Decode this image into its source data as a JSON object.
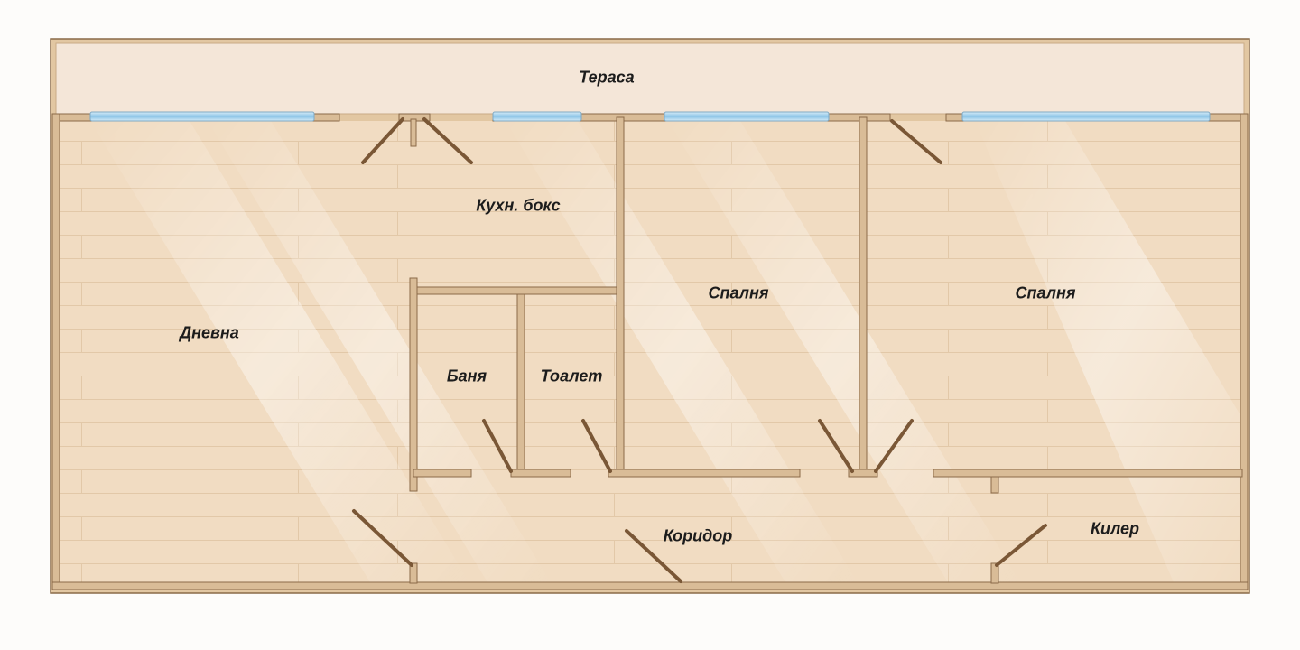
{
  "plan": {
    "rooms": {
      "terrace": "Тераса",
      "kitchen": "Кухн. бокс",
      "living": "Дневна",
      "bathroom": "Баня",
      "toilet": "Тоалет",
      "bedroom_1": "Спалня",
      "bedroom_2": "Спалня",
      "corridor": "Коридор",
      "storage": "Килер"
    },
    "colors": {
      "floor": "#f1dcc2",
      "terrace": "#f4e6d8",
      "wall": "#d9bc97",
      "wall_edge": "#8a6a48",
      "window": "#a8d2ec",
      "label": "#1c1c1c"
    }
  }
}
